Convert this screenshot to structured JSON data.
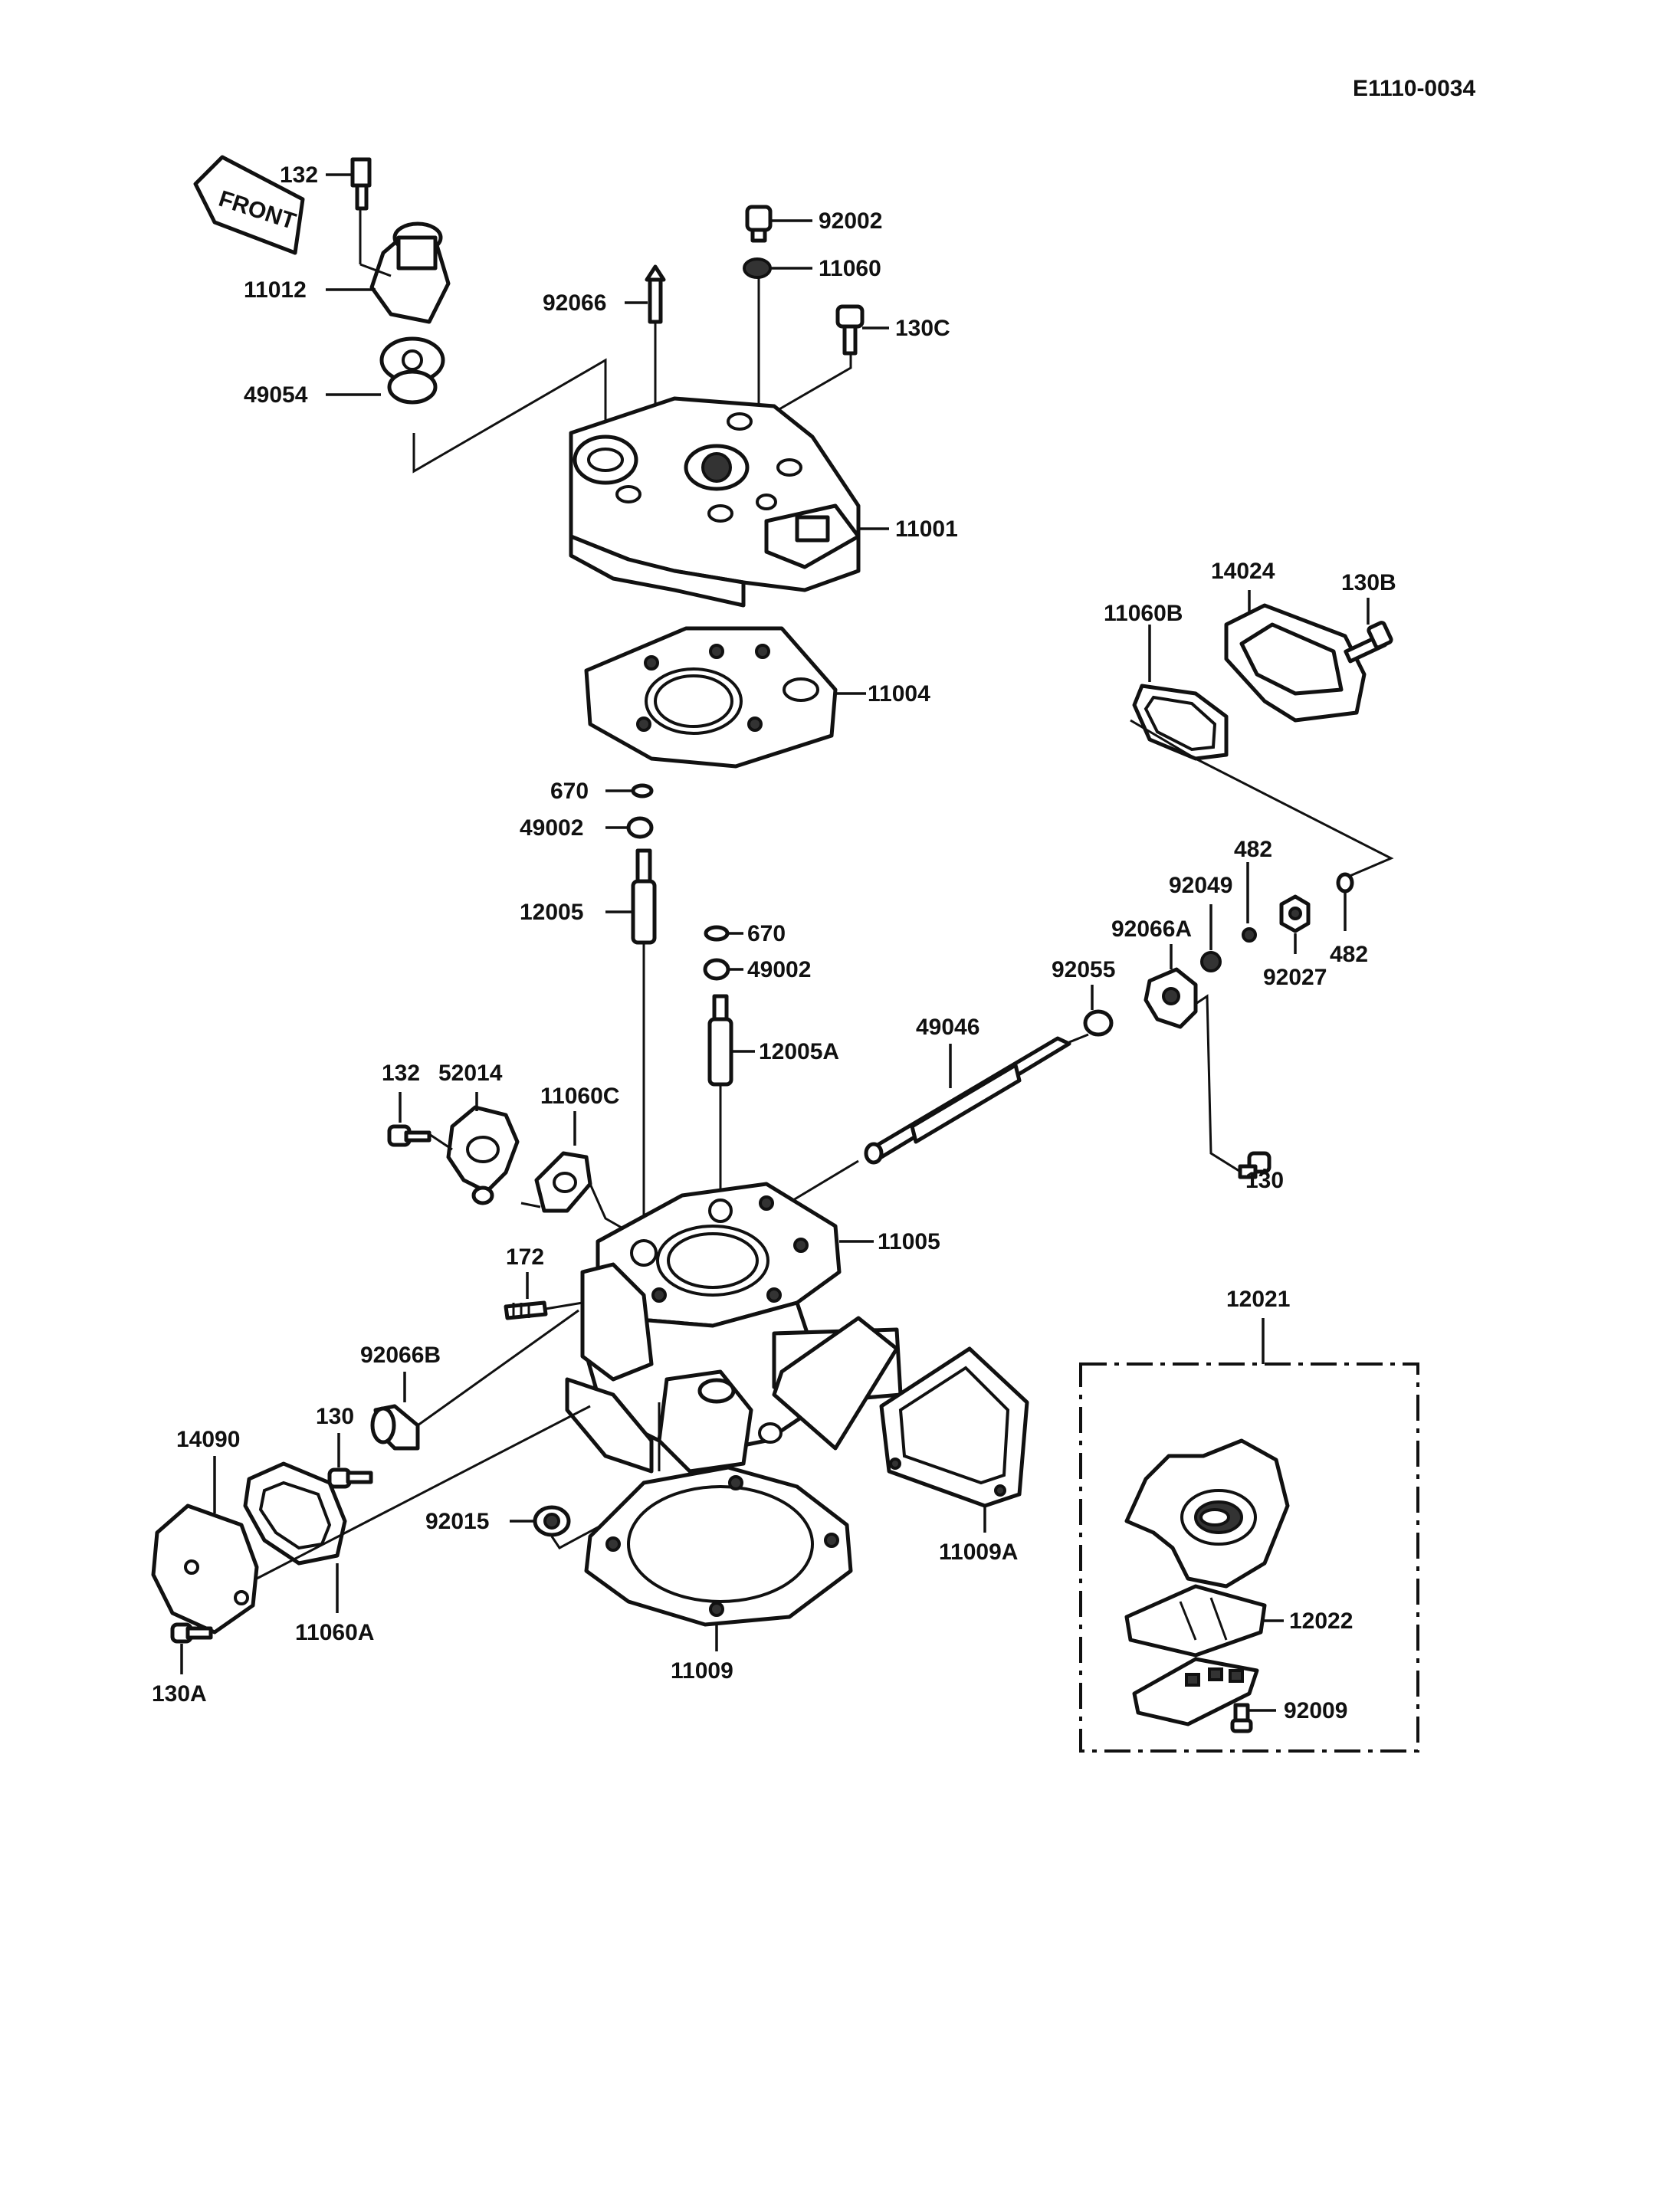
{
  "diagram_id": "E1110-0034",
  "front_marker": "FRONT",
  "labels": {
    "l132_top": "132",
    "l11012": "11012",
    "l49054": "49054",
    "l92066": "92066",
    "l92002": "92002",
    "l11060": "11060",
    "l130C": "130C",
    "l11001": "11001",
    "l11004": "11004",
    "l670a": "670",
    "l49002a": "49002",
    "l12005": "12005",
    "l670b": "670",
    "l49002b": "49002",
    "l12005A": "12005A",
    "l14024": "14024",
    "l130B": "130B",
    "l11060B": "11060B",
    "l482a": "482",
    "l92049": "92049",
    "l92066A": "92066A",
    "l482b": "482",
    "l92027": "92027",
    "l92055": "92055",
    "l49046": "49046",
    "l130_right": "130",
    "l132_mid": "132",
    "l52014": "52014",
    "l11060C": "11060C",
    "l11005": "11005",
    "l172": "172",
    "l92066B": "92066B",
    "l130_left": "130",
    "l14090": "14090",
    "l92015": "92015",
    "l11060A": "11060A",
    "l130A": "130A",
    "l11009": "11009",
    "l11009A": "11009A",
    "l12021": "12021",
    "l12022": "12022",
    "l92009": "92009"
  }
}
